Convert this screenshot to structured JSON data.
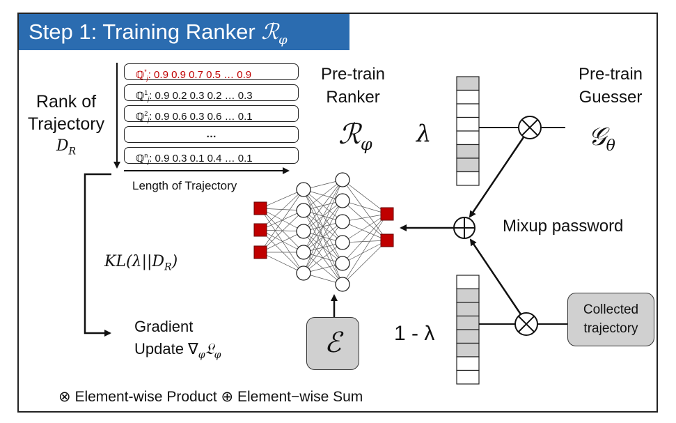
{
  "title": {
    "prefix": "Step 1: Training Ranker ",
    "symbol": "ℛ",
    "subscript": "φ"
  },
  "rank_label": {
    "line1": "Rank of",
    "line2": "Trajectory",
    "symbol": "D",
    "subscript": "R"
  },
  "sequences": [
    {
      "sym": "ℚ",
      "sub": "j",
      "sup": "*",
      "values": ": 0.9 0.9 0.7 0.5 … 0.9",
      "highlight": true
    },
    {
      "sym": "ℚ",
      "sub": "j",
      "sup": "1",
      "values": ": 0.9 0.2 0.3 0.2 … 0.3",
      "highlight": false
    },
    {
      "sym": "ℚ",
      "sub": "j",
      "sup": "2",
      "values": ": 0.9 0.6 0.3 0.6 … 0.1",
      "highlight": false
    },
    {
      "sym": "ℚ",
      "sub": "j",
      "sup": "n",
      "values": ": 0.9 0.3 0.1 0.4 … 0.1",
      "highlight": false
    }
  ],
  "sequence_ellipsis": "…",
  "length_label": "Length of Trajectory",
  "pretrain_ranker": {
    "line1": "Pre-train",
    "line2": "Ranker",
    "symbol": "ℛ",
    "subscript": "φ"
  },
  "pretrain_guesser": {
    "line1": "Pre-train",
    "line2": "Guesser",
    "symbol": "𝒢",
    "subscript": "θ"
  },
  "lambda": "λ",
  "one_minus_lambda": "1 - λ",
  "mixup_label": "Mixup password",
  "collected": {
    "line1": "Collected",
    "line2": "trajectory"
  },
  "epsilon": "ℰ",
  "kl_label": {
    "text": "KL(λ||D",
    "sub": "R",
    "close": ")"
  },
  "gradient": {
    "line1": "Gradient",
    "line2_prefix": "Update ∇",
    "sub1": "φ",
    "frak": "𝔏",
    "sub2": "φ"
  },
  "legend": {
    "product_symbol": "⊗",
    "product_label": " Element-wise Product ",
    "sum_symbol": "⊕",
    "sum_label": " Element−wise Sum"
  },
  "colors": {
    "title_bg": "#2b6cb0",
    "node_red": "#c00000",
    "cell_gray": "#cfcfcf",
    "box_gray": "#d0d0d0"
  },
  "vectors": {
    "top_gray_cells": [
      0,
      5,
      6
    ],
    "top_cell_count": 8,
    "bottom_gray_cells": [
      1,
      2,
      3,
      4,
      5
    ],
    "bottom_cell_count": 8
  }
}
